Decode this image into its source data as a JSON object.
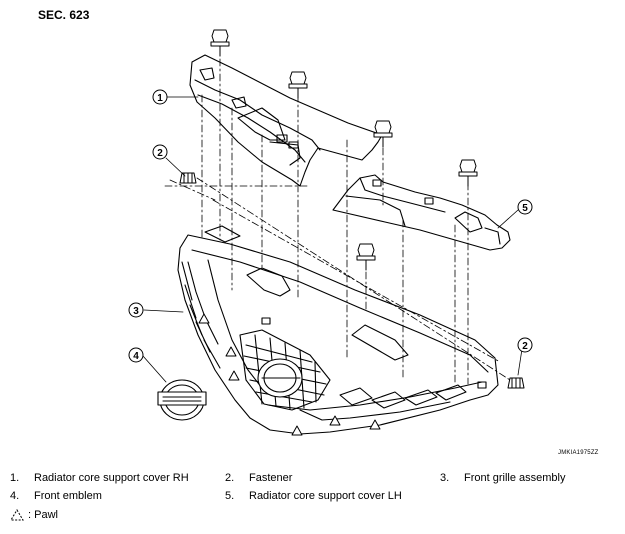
{
  "section": "SEC. 623",
  "figure_code": "JMKIA1975ZZ",
  "callouts": [
    "1",
    "2",
    "3",
    "4",
    "5",
    "2"
  ],
  "legend": [
    {
      "num": "1.",
      "label": "Radiator core support cover RH"
    },
    {
      "num": "2.",
      "label": "Fastener"
    },
    {
      "num": "3.",
      "label": "Front grille assembly"
    },
    {
      "num": "4.",
      "label": "Front emblem"
    },
    {
      "num": "5.",
      "label": "Radiator core support cover LH"
    }
  ],
  "pawl_label": ": Pawl"
}
